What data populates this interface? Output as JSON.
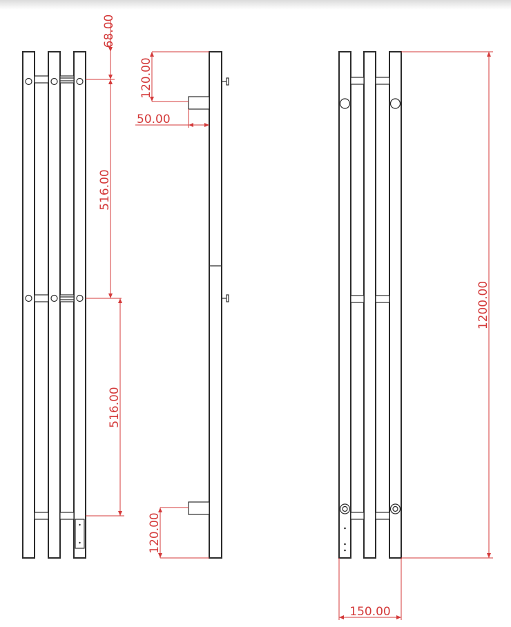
{
  "dimensions": {
    "front_top_offset": "68.00",
    "front_spacing_upper": "516.00",
    "front_spacing_lower": "516.00",
    "side_top_bracket": "120.00",
    "side_depth": "50.00",
    "side_bottom_bracket": "120.00",
    "back_height": "1200.00",
    "back_width": "150.00"
  },
  "colors": {
    "dimension": "#d43a3a",
    "outline": "#2b2b2b"
  }
}
